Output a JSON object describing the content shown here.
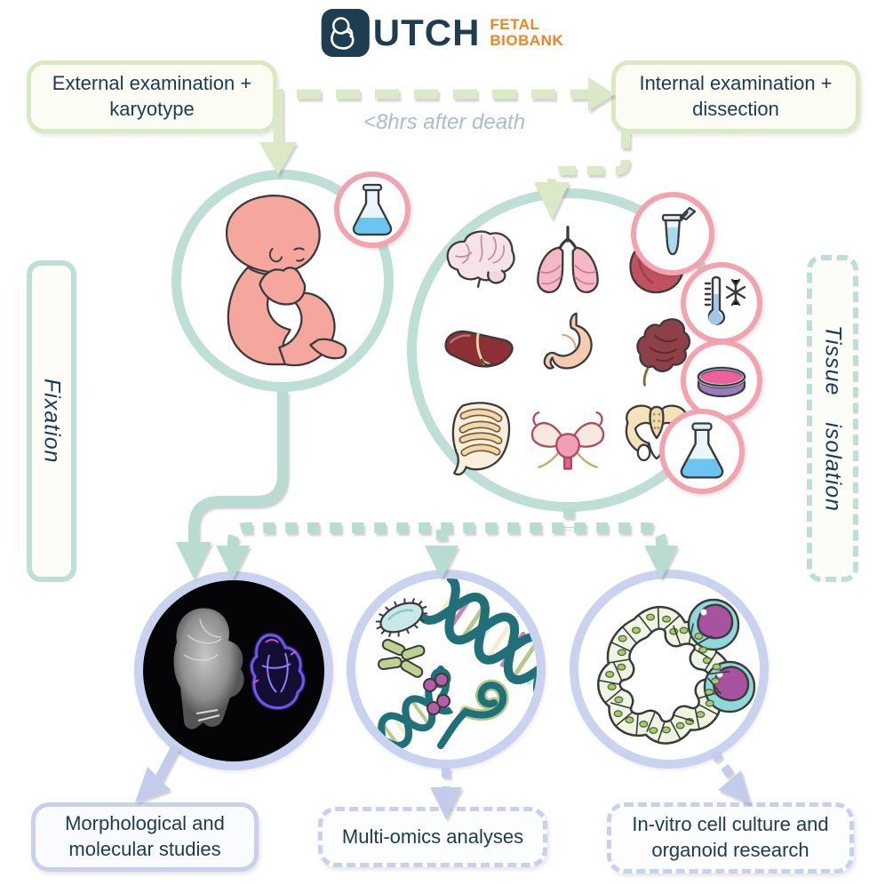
{
  "logo": {
    "wordmark": "UTCH",
    "tagline_line1": "FETAL",
    "tagline_line2": "BIOBANK"
  },
  "top_flow": {
    "left_box_label": "External examination + karyotype",
    "right_box_label": "Internal examination + dissection",
    "timing_note": "<8hrs after death"
  },
  "side_labels": {
    "left": "Fixation",
    "right": "Tissue isolation"
  },
  "specimen_circles": {
    "whole_body": "fetus illustration",
    "organ_panel_icons": [
      "brain",
      "lungs",
      "heart",
      "liver",
      "stomach",
      "kidney",
      "intestines",
      "uterus",
      "pelvis"
    ],
    "sample_handling_icons": [
      "erlenmeyer-flask",
      "microcentrifuge-tube",
      "freezer-thermometer",
      "petri-dish",
      "erlenmeyer-flask"
    ]
  },
  "result_circles": {
    "imaging": "micro-CT fetus and fluorescent heart section",
    "omics": "DNA, RNA and microbes illustration",
    "organoid": "organoid and cells illustration"
  },
  "outcome_boxes": {
    "morphology_label": "Morphological and molecular studies",
    "omics_label": "Multi-omics analyses",
    "invitro_label": "In-vitro cell culture and organoid research"
  },
  "colors": {
    "navy_text": "#1c3a52",
    "logo_navy": "#1e3d50",
    "logo_orange": "#f58220",
    "green_border": "#d9e9c2",
    "green_arrow": "#dbe9c6",
    "teal_border": "#bedfd6",
    "teal_arrow": "#b9dcd2",
    "lavender_border": "#c7d1ee",
    "lavender_arrow": "#c3cdeb",
    "pink_ring": "#f3a2ae",
    "hint_gray": "#a6c0cb"
  }
}
